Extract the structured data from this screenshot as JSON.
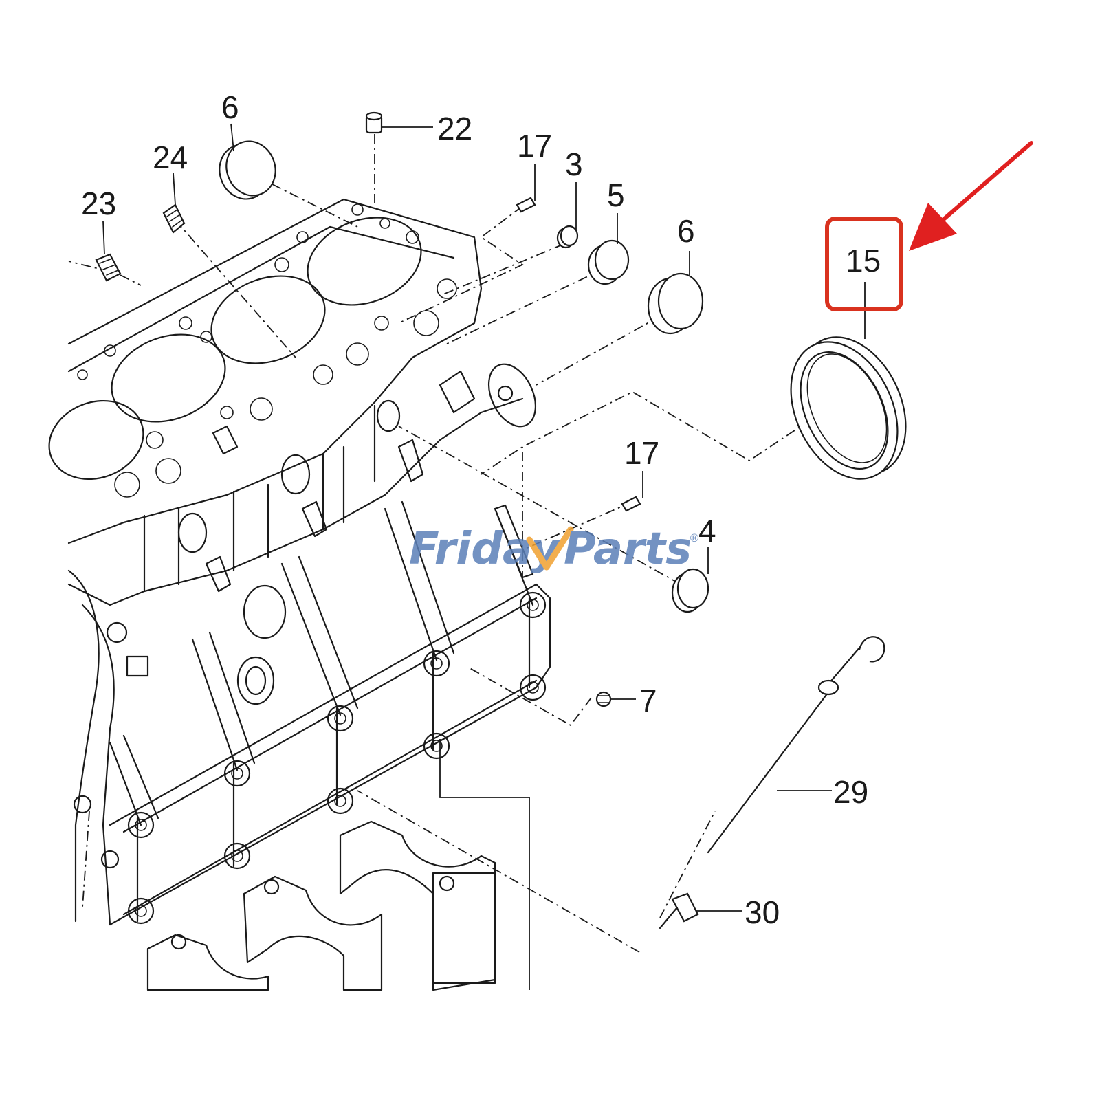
{
  "diagram": {
    "callouts": [
      "6",
      "22",
      "17",
      "3",
      "5",
      "24",
      "23",
      "6",
      "15",
      "17",
      "4",
      "7",
      "29",
      "30"
    ],
    "highlighted_callout": "15",
    "watermark": {
      "part1": "Friday",
      "part2": "Parts",
      "registered": "®"
    },
    "colors": {
      "line_art": "#1a1a1a",
      "highlight_box": "#d9321f",
      "arrow": "#e02020",
      "watermark_blue": "#5b80b8",
      "watermark_orange": "#f0a030"
    }
  }
}
